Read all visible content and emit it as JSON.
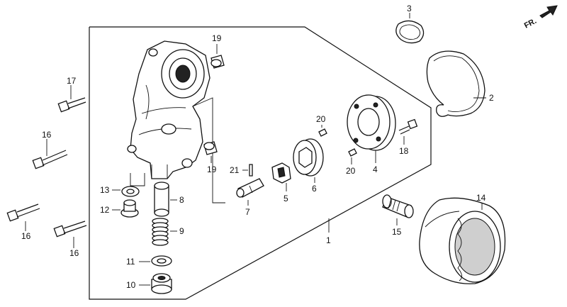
{
  "diagram": {
    "direction_label": "FR.",
    "callouts": {
      "c1": "1",
      "c2": "2",
      "c3": "3",
      "c4": "4",
      "c5": "5",
      "c6": "6",
      "c7": "7",
      "c8": "8",
      "c9": "9",
      "c10": "10",
      "c11": "11",
      "c12": "12",
      "c13": "13",
      "c14": "14",
      "c15": "15",
      "c16a": "16",
      "c16b": "16",
      "c16c": "16",
      "c17": "17",
      "c18": "18",
      "c19a": "19",
      "c19b": "19",
      "c20a": "20",
      "c20b": "20",
      "c21": "21"
    }
  }
}
